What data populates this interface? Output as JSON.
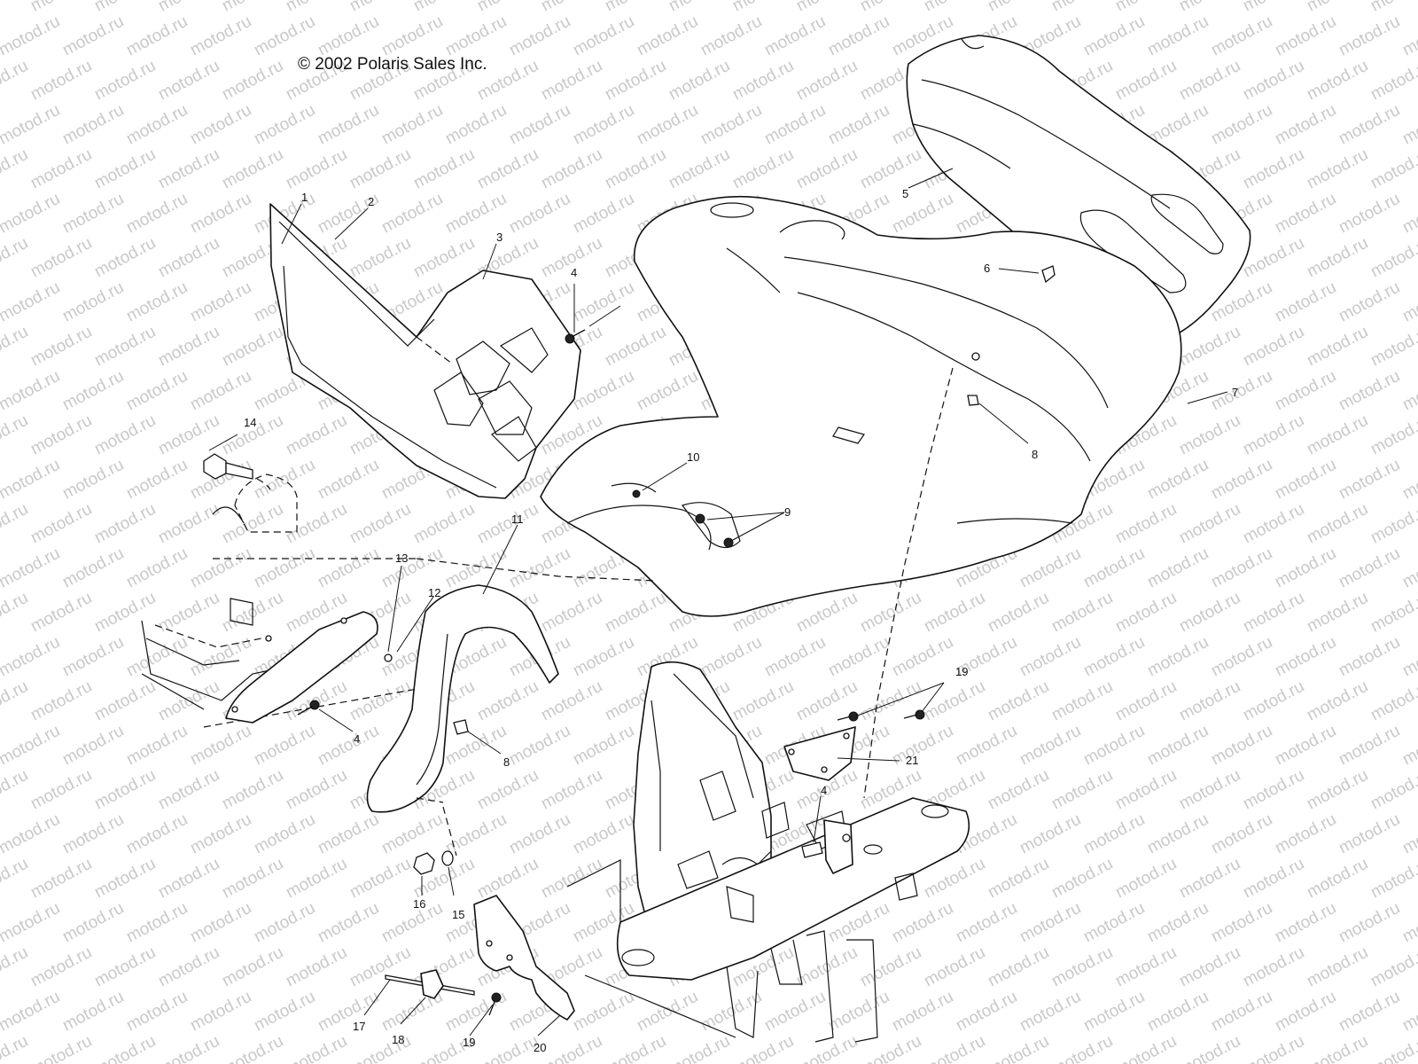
{
  "copyright": "© 2002 Polaris Sales Inc.",
  "watermark_text": "motod.ru",
  "callouts": [
    "1",
    "2",
    "3",
    "4",
    "5",
    "6",
    "7",
    "8",
    "9",
    "10",
    "11",
    "12",
    "13",
    "14",
    "4",
    "8",
    "19",
    "21",
    "4",
    "16",
    "15",
    "17",
    "18",
    "19",
    "20"
  ]
}
